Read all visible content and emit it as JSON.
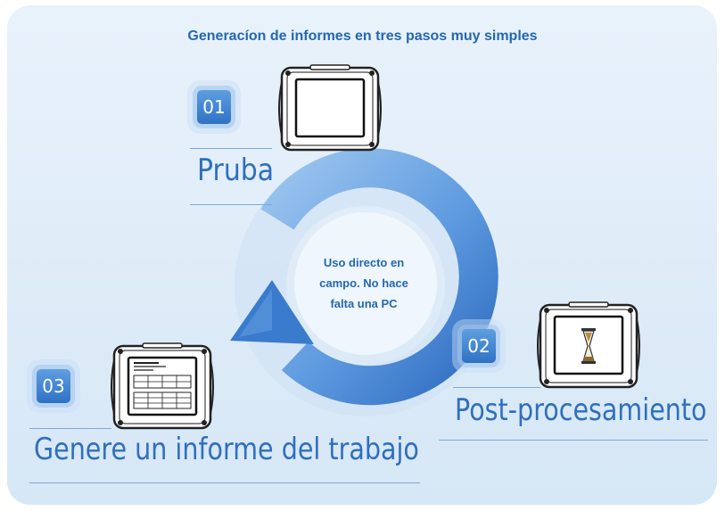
{
  "title": "Generacíon de informes en tres pasos muy simples",
  "center_text": [
    "Uso directo en",
    "campo. No hace",
    "falta una PC"
  ],
  "steps": [
    {
      "number": "01",
      "label": "Pruba",
      "device_icon": "blank-screen-device"
    },
    {
      "number": "02",
      "label": "Post-procesamiento",
      "device_icon": "hourglass-device"
    },
    {
      "number": "03",
      "label": "Genere un informe del trabajo",
      "device_icon": "report-device"
    }
  ],
  "colors": {
    "accent": "#2f6fbe",
    "title": "#2467b3",
    "arrow_light": "#8dbbe9",
    "arrow_dark": "#2f6cc0",
    "panel": "#dce9f6"
  }
}
